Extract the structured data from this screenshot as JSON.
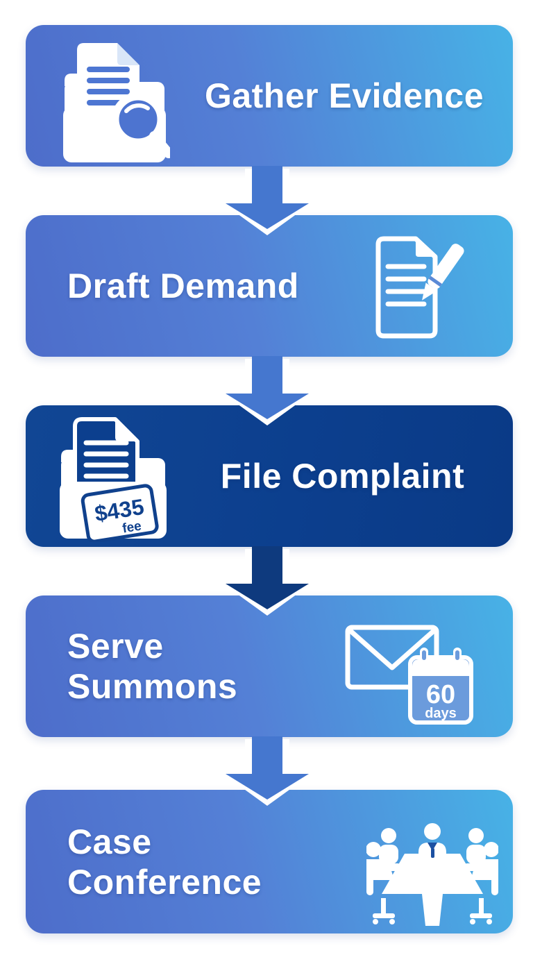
{
  "flow": {
    "steps": [
      {
        "id": "gather-evidence",
        "lines": [
          "Gather Evidence"
        ],
        "icon": "folder-document-magnifier-icon",
        "highlighted": false
      },
      {
        "id": "draft-demand",
        "lines": [
          "Draft Demand"
        ],
        "icon": "document-pen-icon",
        "highlighted": false
      },
      {
        "id": "file-complaint",
        "lines": [
          "File Complaint"
        ],
        "icon": "folder-fee-stamp-icon",
        "highlighted": true,
        "stamp": {
          "amount": "$435",
          "label": "fee"
        }
      },
      {
        "id": "serve-summons",
        "lines": [
          "Serve",
          "Summons"
        ],
        "icon": "envelope-calendar-icon",
        "calendar": {
          "number": "60",
          "unit": "days"
        }
      },
      {
        "id": "case-conference",
        "lines": [
          "Case",
          "Conference"
        ],
        "icon": "meeting-table-icon",
        "highlighted": false
      }
    ],
    "arrow_count": 4
  },
  "colors": {
    "block_gradient_start": "#4d6dca",
    "block_gradient_mid": "#5480d6",
    "block_gradient_end": "#47b2e6",
    "highlight_block": "#0c3f8e",
    "arrow_blue": "#4577cf",
    "arrow_dark": "#0e3a7e",
    "text": "#ffffff"
  }
}
